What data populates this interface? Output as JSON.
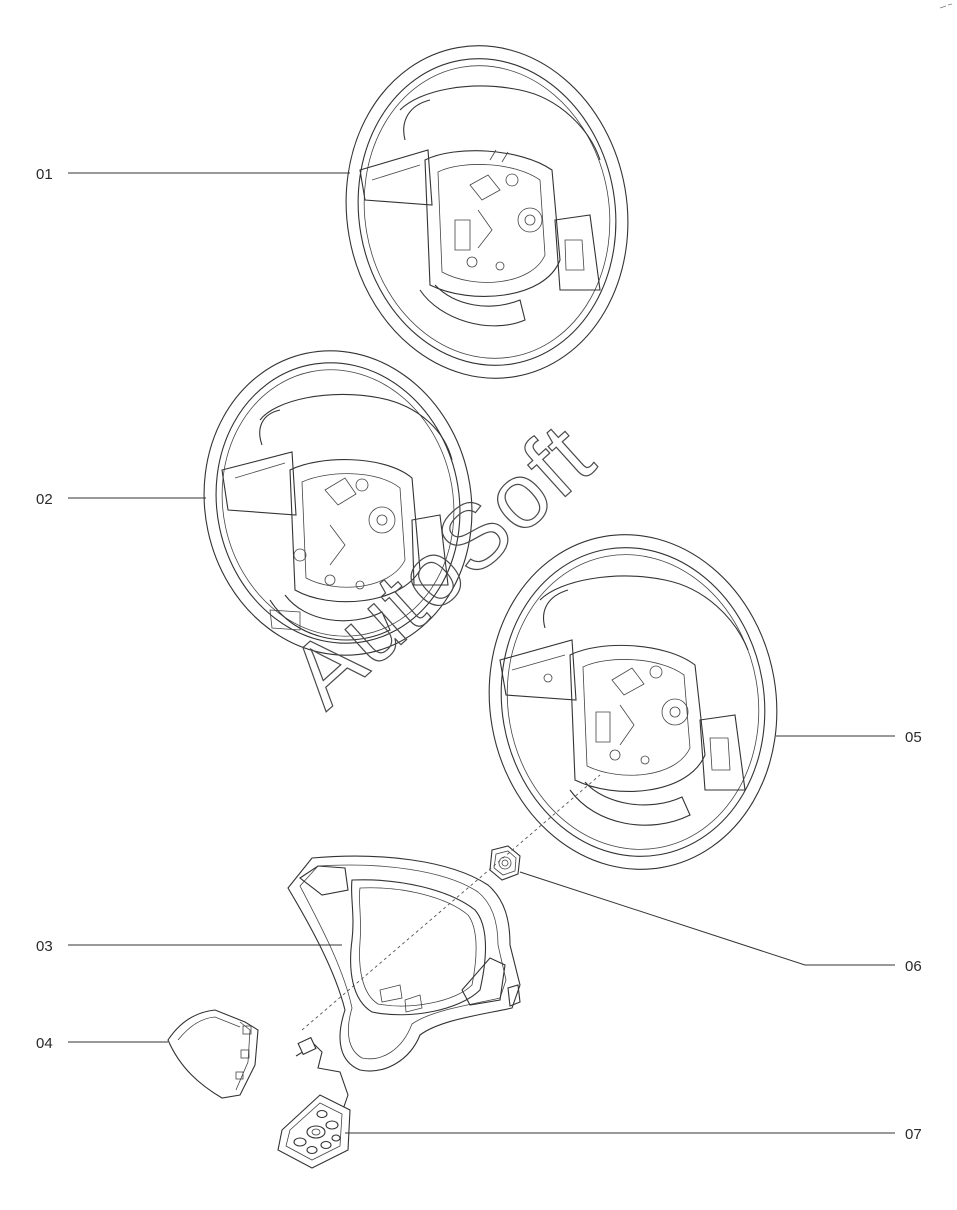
{
  "diagram": {
    "watermark": "AutoSoft",
    "callouts": [
      {
        "id": "01"
      },
      {
        "id": "02"
      },
      {
        "id": "03"
      },
      {
        "id": "04"
      },
      {
        "id": "05"
      },
      {
        "id": "06"
      },
      {
        "id": "07"
      }
    ]
  }
}
